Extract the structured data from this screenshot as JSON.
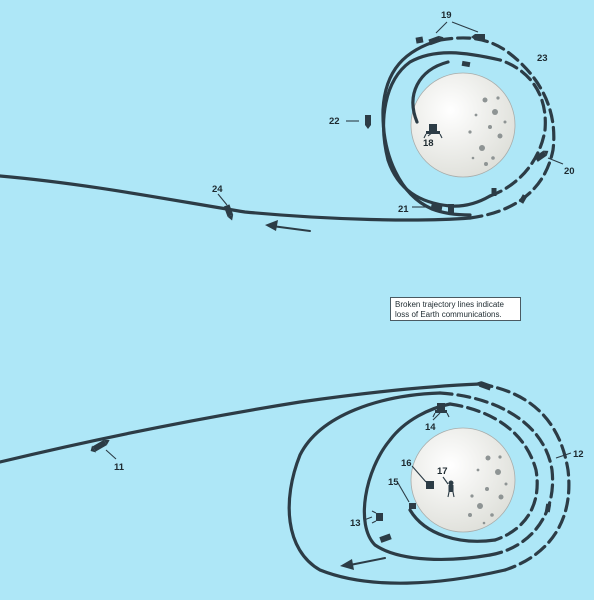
{
  "note": {
    "line1": "Broken trajectory lines indicate",
    "line2": "loss of Earth communications."
  },
  "upper_sequence": {
    "labels": [
      "18",
      "19",
      "20",
      "21",
      "22",
      "23",
      "24"
    ]
  },
  "lower_sequence": {
    "labels": [
      "11",
      "12",
      "13",
      "14",
      "15",
      "16",
      "17"
    ]
  },
  "colors": {
    "background": "#aee7f7",
    "trajectory": "#2c3c46",
    "moon": "#f2f2ee",
    "crater": "#8e9494"
  },
  "icons": [
    "spacecraft-icon",
    "lunar-module-icon",
    "direction-arrow-icon"
  ]
}
